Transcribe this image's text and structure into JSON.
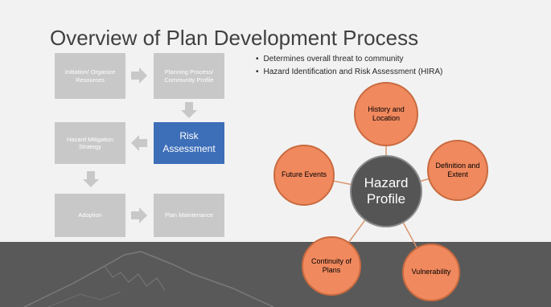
{
  "slide": {
    "title": "Overview of Plan Development Process",
    "process_steps": [
      {
        "label": "Initiation/ Organize Resources",
        "active": false
      },
      {
        "label": "Planning Process/ Community Profile",
        "active": false
      },
      {
        "label": "Risk Assessment",
        "active": true
      },
      {
        "label": "Hazard Mitigation Strategy",
        "active": false
      },
      {
        "label": "Adoption",
        "active": false
      },
      {
        "label": "Plan Maintenance",
        "active": false
      }
    ],
    "bullets": [
      "Determines overall threat to community",
      "Hazard Identification and Risk Assessment (HIRA)"
    ],
    "hub": {
      "center": "Hazard Profile",
      "nodes": [
        "History and Location",
        "Definition and Extent",
        "Vulnerability",
        "Continuity of Plans",
        "Future Events"
      ]
    },
    "colors": {
      "inactive_step": "#c8c8c8",
      "active_step": "#3d6eb8",
      "node_fill": "#f0895e",
      "center_fill": "#555555",
      "footer_band": "#595959"
    }
  }
}
